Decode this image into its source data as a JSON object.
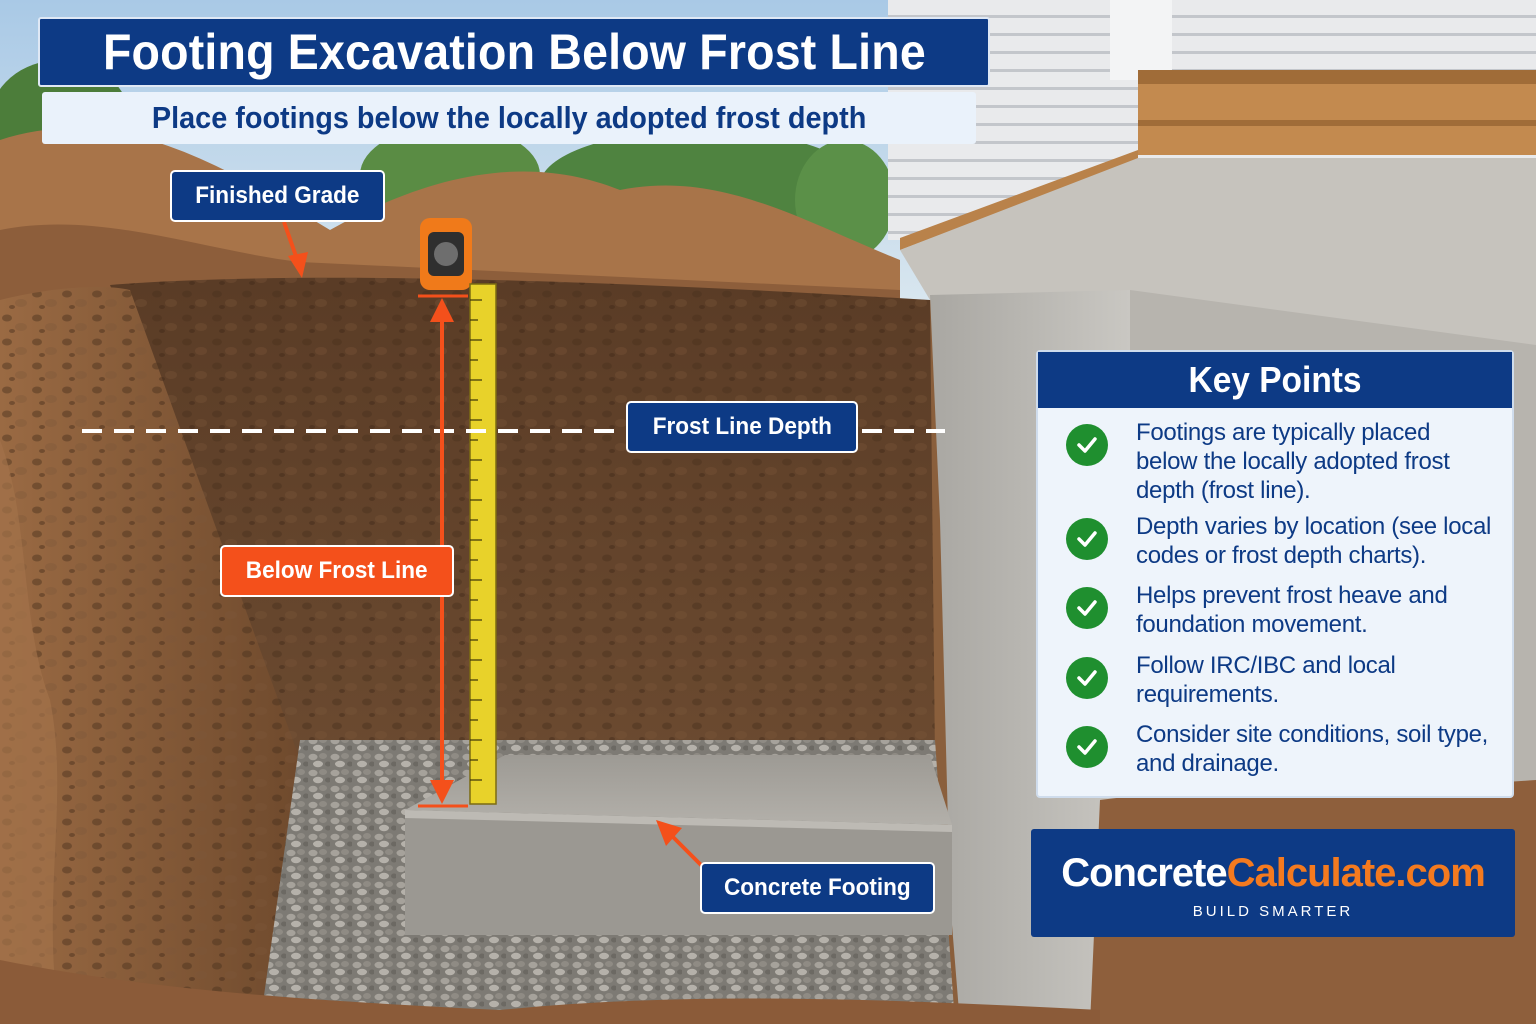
{
  "title": "Footing Excavation Below Frost Line",
  "subtitle": "Place footings below the locally adopted frost depth",
  "labels": {
    "finished_grade": "Finished Grade",
    "frost_line_depth": "Frost Line Depth",
    "below_frost_line": "Below Frost Line",
    "concrete_footing": "Concrete Footing"
  },
  "key_points": {
    "heading": "Key Points",
    "items": [
      {
        "icon": "check-circle-icon",
        "text": "Footings are typically placed below the locally adopted frost depth (frost line)."
      },
      {
        "icon": "check-circle-icon",
        "text": "Depth varies by location (see local codes or frost depth charts)."
      },
      {
        "icon": "check-circle-icon",
        "text": "Helps prevent frost heave and foundation movement."
      },
      {
        "icon": "check-circle-icon",
        "text": "Follow IRC/IBC and local requirements."
      },
      {
        "icon": "check-circle-icon",
        "text": "Consider site conditions, soil type, and drainage."
      }
    ]
  },
  "brand": {
    "name_part1": "Concrete",
    "name_part2": "Calculate.com",
    "tagline": "BUILD SMARTER"
  },
  "colors": {
    "navy": "#0d3a85",
    "orange": "#f4501b",
    "check_green": "#1f8f2f",
    "brand_orange": "#f47a1f",
    "tape_yellow": "#e8d22a"
  }
}
